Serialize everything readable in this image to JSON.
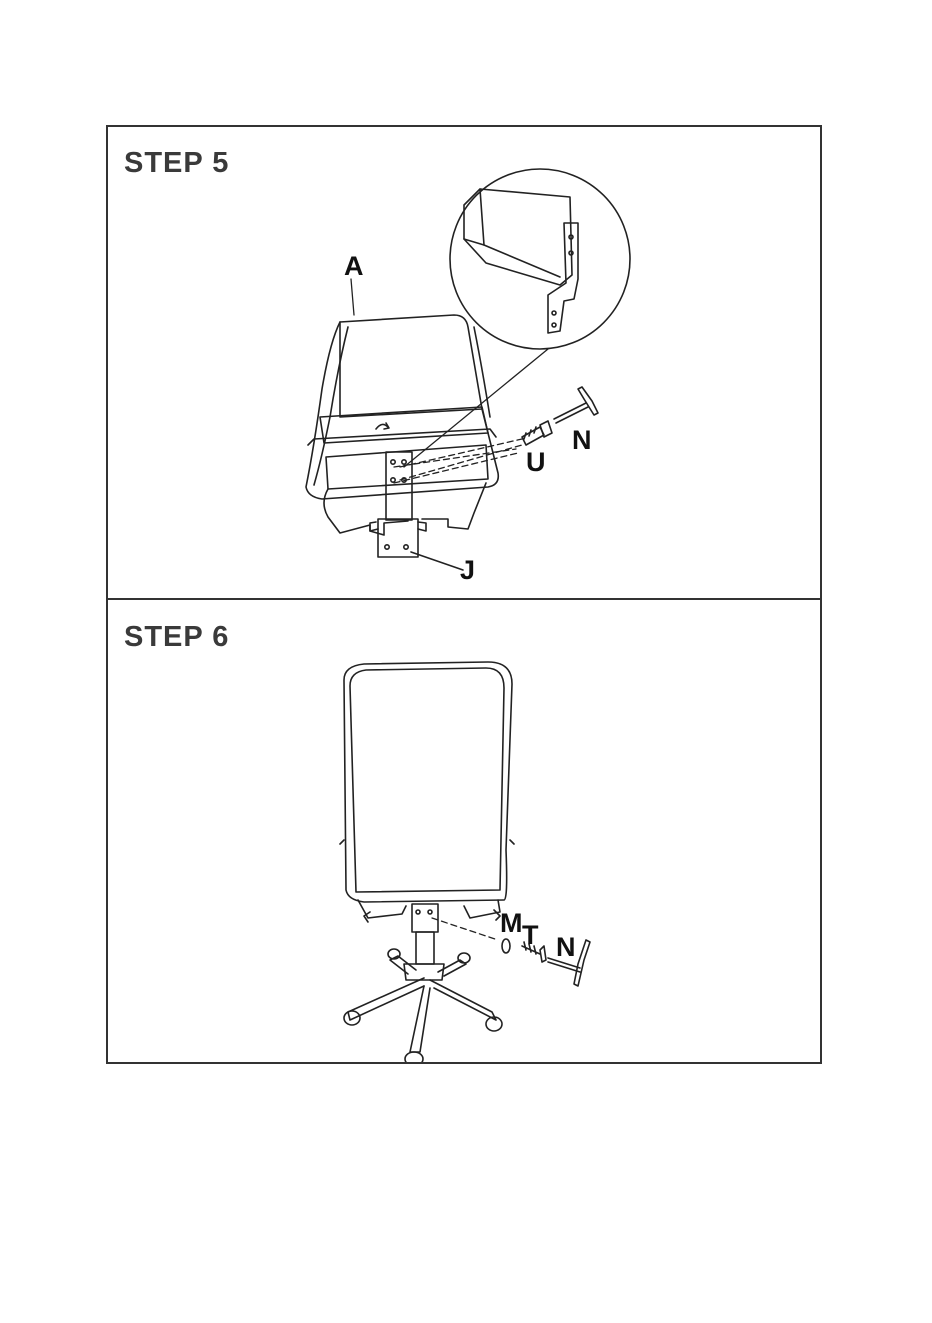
{
  "steps": [
    {
      "title": "STEP 5",
      "labels": {
        "backrest": "A",
        "bracket": "J",
        "screw": "U",
        "allen_key": "N"
      }
    },
    {
      "title": "STEP 6",
      "labels": {
        "washer": "M",
        "spring_washer": "T",
        "allen_key": "N"
      }
    }
  ],
  "colors": {
    "line": "#222222",
    "frame": "#333333",
    "title": "#3a3a3a"
  }
}
